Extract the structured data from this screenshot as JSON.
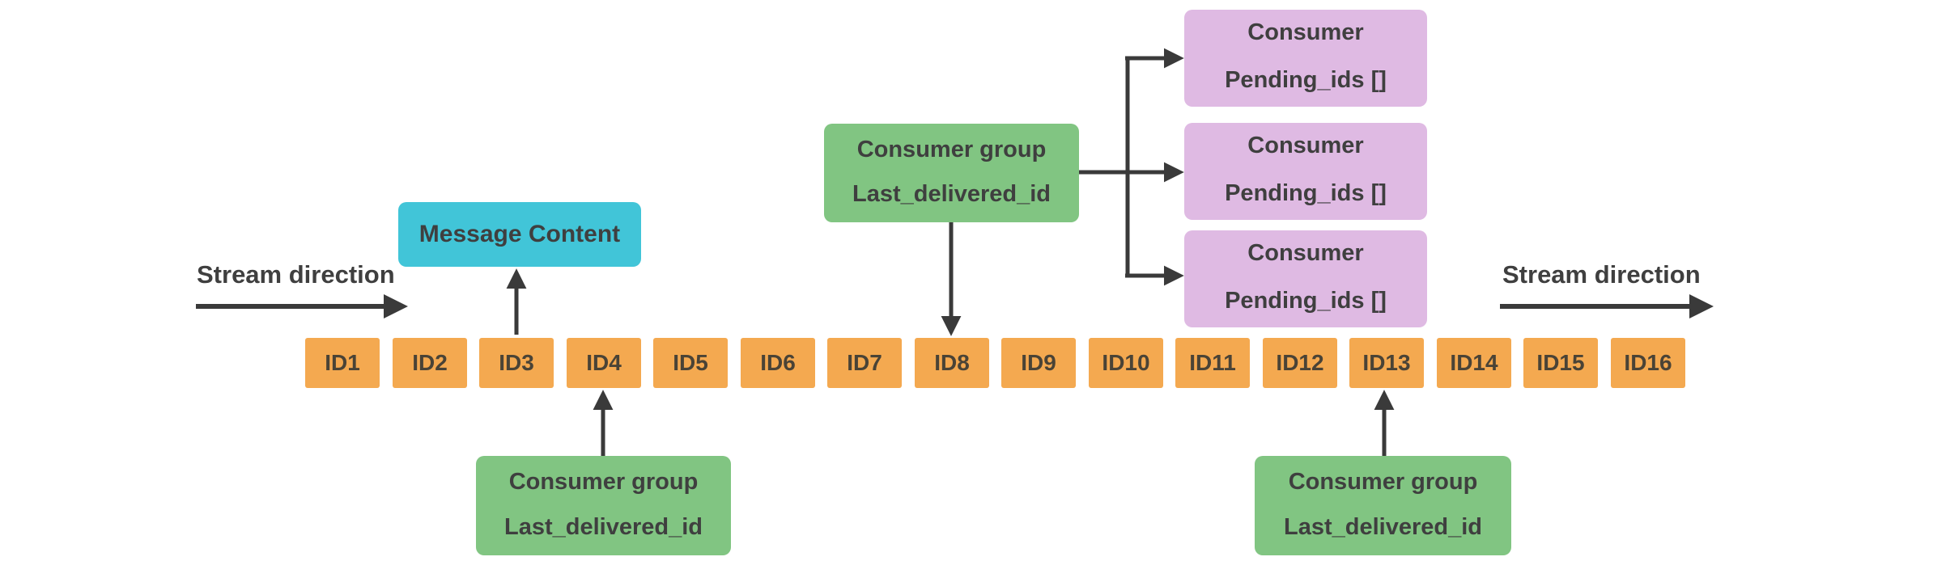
{
  "diagram": {
    "stream": {
      "direction_label_left": "Stream direction",
      "direction_label_right": "Stream direction",
      "ids": [
        "ID1",
        "ID2",
        "ID3",
        "ID4",
        "ID5",
        "ID6",
        "ID7",
        "ID8",
        "ID9",
        "ID10",
        "ID11",
        "ID12",
        "ID13",
        "ID14",
        "ID15",
        "ID16"
      ]
    },
    "message_box": {
      "label": "Message Content"
    },
    "consumer_group_top": {
      "title": "Consumer group",
      "subtitle": "Last_delivered_id"
    },
    "consumer_group_bottom_left": {
      "title": "Consumer group",
      "subtitle": "Last_delivered_id"
    },
    "consumer_group_bottom_right": {
      "title": "Consumer group",
      "subtitle": "Last_delivered_id"
    },
    "consumers": [
      {
        "title": "Consumer",
        "subtitle": "Pending_ids []"
      },
      {
        "title": "Consumer",
        "subtitle": "Pending_ids []"
      },
      {
        "title": "Consumer",
        "subtitle": "Pending_ids []"
      }
    ],
    "colors": {
      "stream_cell": "#F4A950",
      "consumer_group": "#81C582",
      "consumer": "#DFBAE3",
      "message": "#41C5D8",
      "line": "#3A3A3A",
      "text": "#3F3F3F",
      "background": "#FFFFFF"
    }
  }
}
